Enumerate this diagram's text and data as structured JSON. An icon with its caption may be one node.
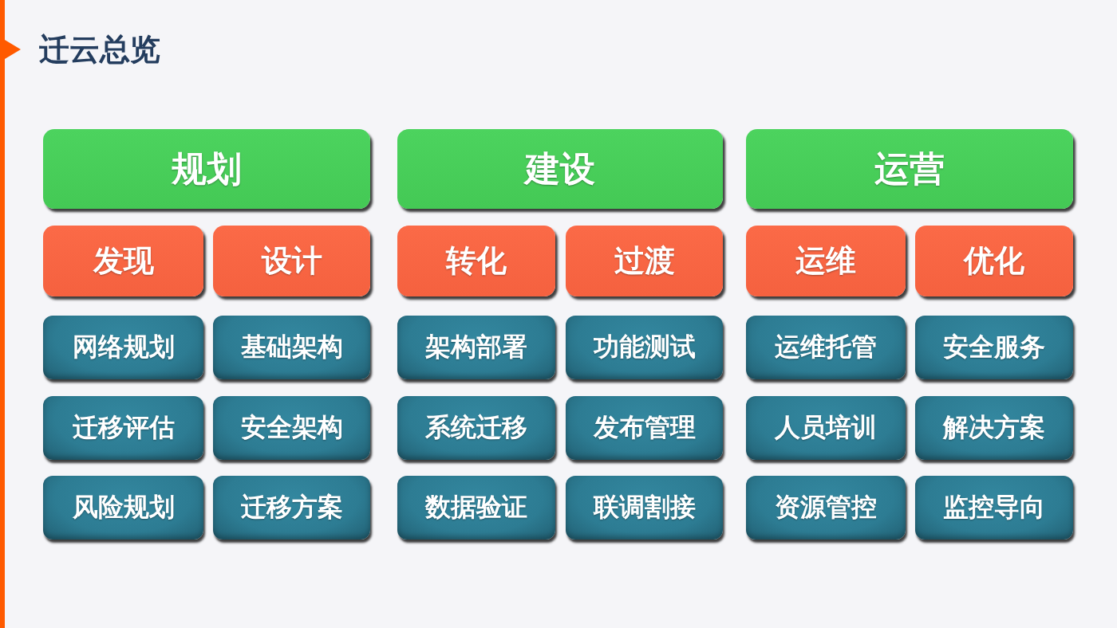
{
  "diagram": {
    "title": "迁云总览",
    "nodes": [
      {
        "text": [
          "规划"
        ]
      },
      {
        "text": [
          "建设"
        ]
      },
      {
        "text": [
          "运营"
        ]
      },
      {
        "text": [
          "发现"
        ]
      },
      {
        "text": [
          "设计"
        ]
      },
      {
        "text": [
          "转化"
        ]
      },
      {
        "text": [
          "过渡"
        ]
      },
      {
        "text": [
          "运维"
        ]
      },
      {
        "text": [
          "优化"
        ]
      },
      {
        "text": [
          "网络规划"
        ]
      },
      {
        "text": [
          "基础架构"
        ]
      },
      {
        "text": [
          "架构部署"
        ]
      },
      {
        "text": [
          "功能测试"
        ]
      },
      {
        "text": [
          "运维托管"
        ]
      },
      {
        "text": [
          "安全服务"
        ]
      },
      {
        "text": [
          "迁移评估"
        ]
      },
      {
        "text": [
          "安全架构"
        ]
      },
      {
        "text": [
          "系统迁移"
        ]
      },
      {
        "text": [
          "发布管理"
        ]
      },
      {
        "text": [
          "人员培训"
        ]
      },
      {
        "text": [
          "解决方案"
        ]
      },
      {
        "text": [
          "风险规划"
        ]
      },
      {
        "text": [
          "迁移方案"
        ]
      },
      {
        "text": [
          "数据验证"
        ]
      },
      {
        "text": [
          "联调割接"
        ]
      },
      {
        "text": [
          "资源管控"
        ]
      },
      {
        "text": [
          "监控导向"
        ]
      }
    ]
  }
}
